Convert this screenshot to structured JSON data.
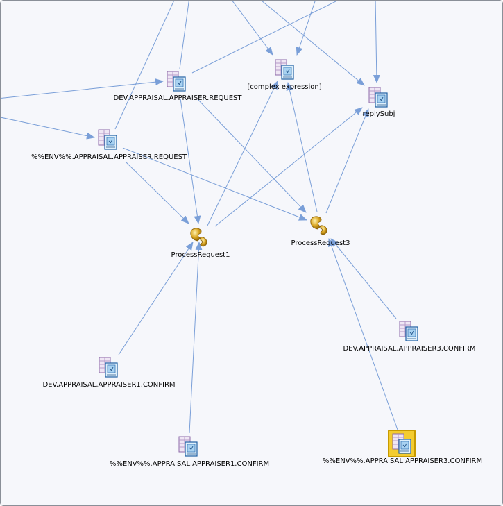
{
  "nodes": [
    {
      "id": "dev_req",
      "type": "destination",
      "label": "DEV.APPRAISAL.APPRAISER.REQUEST"
    },
    {
      "id": "env_req",
      "type": "destination",
      "label": "%%ENV%%.APPRAISAL.APPRAISER.REQUEST"
    },
    {
      "id": "complex",
      "type": "destination",
      "label": "[complex expression]"
    },
    {
      "id": "reply",
      "type": "destination",
      "label": "replySubj"
    },
    {
      "id": "pr1",
      "type": "process",
      "label": "ProcessRequest1"
    },
    {
      "id": "pr3",
      "type": "process",
      "label": "ProcessRequest3"
    },
    {
      "id": "dev_c3",
      "type": "destination",
      "label": "DEV.APPRAISAL.APPRAISER3.CONFIRM"
    },
    {
      "id": "dev_c1",
      "type": "destination",
      "label": "DEV.APPRAISAL.APPRAISER1.CONFIRM"
    },
    {
      "id": "env_c1",
      "type": "destination",
      "label": "%%ENV%%.APPRAISAL.APPRAISER1.CONFIRM"
    },
    {
      "id": "env_c3",
      "type": "destination",
      "label": "%%ENV%%.APPRAISAL.APPRAISER3.CONFIRM",
      "selected": true
    }
  ],
  "edges": [
    [
      "dev_req",
      "pr1"
    ],
    [
      "env_req",
      "pr1"
    ],
    [
      "env_req",
      "pr3"
    ],
    [
      "dev_req",
      "pr3"
    ],
    [
      "pr1",
      "complex"
    ],
    [
      "pr1",
      "reply"
    ],
    [
      "pr3",
      "complex"
    ],
    [
      "pr3",
      "reply"
    ],
    [
      "dev_c1",
      "pr1"
    ],
    [
      "env_c1",
      "pr1"
    ],
    [
      "dev_c3",
      "pr3"
    ],
    [
      "env_c3",
      "pr3"
    ]
  ],
  "colors": {
    "edge": "#7a9fd8",
    "arrow": "#7a9fd8",
    "selection": "#f4cc2f"
  }
}
